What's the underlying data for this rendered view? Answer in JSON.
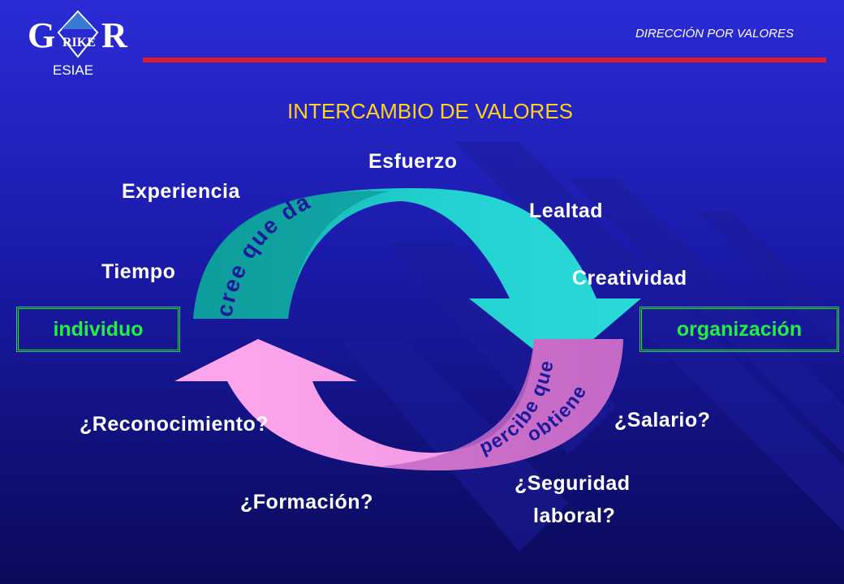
{
  "header": {
    "logo_g": "G",
    "logo_rike": "RIKE",
    "logo_r": "R",
    "school": "ESIAE",
    "section": "DIRECCIÓN POR VALORES"
  },
  "title": "INTERCAMBIO DE VALORES",
  "diagram": {
    "left_box": "individuo",
    "right_box": "organización",
    "top_arrow_label": "cree que da",
    "bottom_arrow_label_1": "percibe que",
    "bottom_arrow_label_2": "obtiene",
    "gives": [
      "Esfuerzo",
      "Experiencia",
      "Lealtad",
      "Tiempo",
      "Creatividad"
    ],
    "obtains": [
      "¿Reconocimiento?",
      "¿Salario?",
      "¿Seguridad",
      "laboral?",
      "¿Formación?"
    ],
    "colors": {
      "arrow_top_light": "#22d4d2",
      "arrow_top_dark": "#16b8b4",
      "arrow_bottom_light": "#f39ae6",
      "arrow_bottom_dark": "#c86ec8",
      "box_border": "#22dd33",
      "title": "#ffd21f"
    }
  }
}
